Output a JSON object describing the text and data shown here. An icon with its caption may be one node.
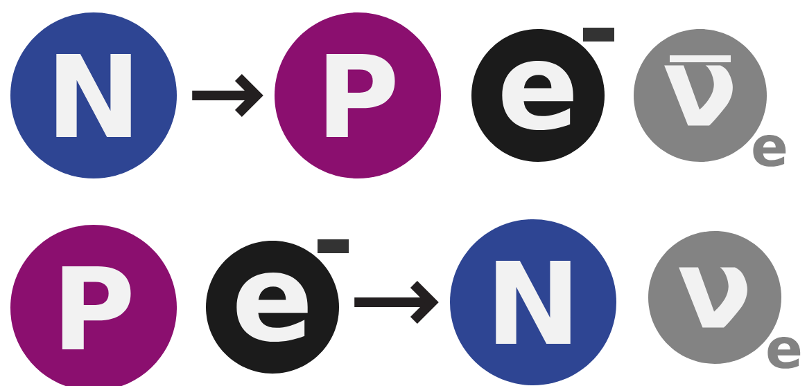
{
  "diagram": {
    "nodes": [
      {
        "text": [
          "N"
        ]
      },
      {
        "text": [
          "P"
        ]
      },
      {
        "text": [
          "e"
        ]
      },
      {
        "text": [
          "ν"
        ],
        "beside": [
          "e"
        ]
      },
      {
        "text": [
          "P"
        ]
      },
      {
        "text": [
          "e"
        ]
      },
      {
        "text": [
          "N"
        ]
      },
      {
        "text": [
          "ν"
        ],
        "beside": [
          "e"
        ]
      }
    ],
    "edges": [
      {
        "from": 0,
        "to": 1,
        "arrow": "to"
      },
      {
        "from": 5,
        "to": 6,
        "arrow": "to"
      }
    ]
  }
}
